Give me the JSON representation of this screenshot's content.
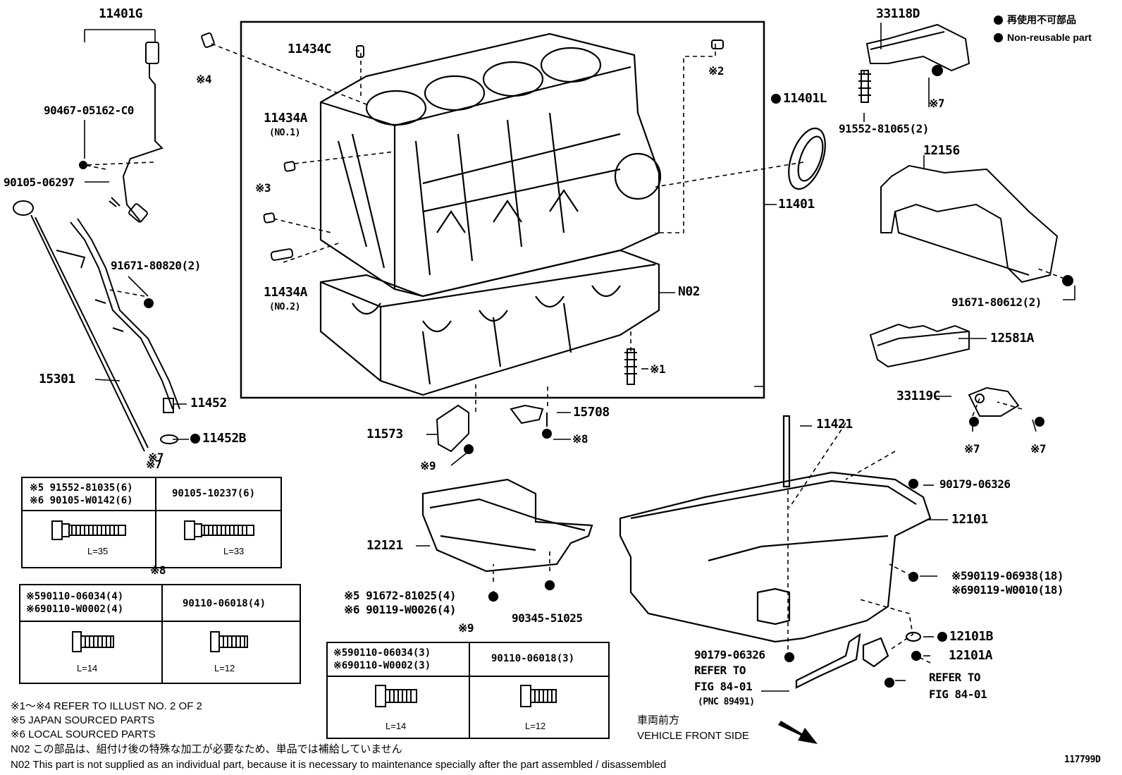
{
  "legend": {
    "non_reusable_jp": "再使用不可部品",
    "non_reusable_en": "Non-reusable part"
  },
  "labels": {
    "p11401G": "11401G",
    "p90467": "90467-05162-C0",
    "p90105_06297": "90105-06297",
    "p15301": "15301",
    "p91671_80820": "91671-80820(2)",
    "p11452": "11452",
    "p11452B": "11452B",
    "mark7_a": "※7",
    "mark4": "※4",
    "p11434C": "11434C",
    "mark2": "※2",
    "p11434A_1": "11434A",
    "p11434A_1_sub": "(NO.1)",
    "mark3": "※3",
    "p11434A_2": "11434A",
    "p11434A_2_sub": "(NO.2)",
    "pN02": "N02",
    "p11401": "11401",
    "p11401L": "11401L",
    "mark1": "※1",
    "p15708": "15708",
    "mark8": "※8",
    "p11573": "11573",
    "mark9": "※9",
    "p33118D": "33118D",
    "mark7_b": "※7",
    "p91552_81065": "91552-81065(2)",
    "p12156": "12156",
    "p91671_80612": "91671-80612(2)",
    "p12581A": "12581A",
    "p33119C": "33119C",
    "mark7_c": "※7",
    "mark7_d": "※7",
    "p11421": "11421",
    "p90179_06326_a": "90179-06326",
    "p12101": "12101",
    "p12121": "12121",
    "p91672": "※5 91672-81025(4)",
    "p90119_w0026": "※6 90119-W0026(4)",
    "p90345": "90345-51025",
    "p90119_06938": "※590119-06938(18)",
    "p90119_w0010": "※690119-W0010(18)",
    "p12101B": "12101B",
    "p12101A": "12101A",
    "p90179_06326_b": "90179-06326",
    "refer1_a": "REFER TO",
    "refer1_b": "FIG 84-01",
    "refer1_c": "(PNC 89491)",
    "refer2_a": "REFER TO",
    "refer2_b": "FIG 84-01",
    "front_jp": "車両前方",
    "front_en": "VEHICLE FRONT SIDE",
    "doc_id": "117799D"
  },
  "table7": {
    "title": "※7",
    "left_line1": "※5 91552-81035(6)",
    "left_line2": "※6 90105-W0142(6)",
    "right": "90105-10237(6)",
    "left_len": "L=35",
    "right_len": "L=33"
  },
  "table8": {
    "title": "※8",
    "left_line1": "※590110-06034(4)",
    "left_line2": "※690110-W0002(4)",
    "right": "90110-06018(4)",
    "left_len": "L=14",
    "right_len": "L=12"
  },
  "table9": {
    "title": "※9",
    "left_line1": "※590110-06034(3)",
    "left_line2": "※690110-W0002(3)",
    "right": "90110-06018(3)",
    "left_len": "L=14",
    "right_len": "L=12"
  },
  "notes": {
    "n1": "※1～※4  REFER TO ILLUST NO. 2 OF 2",
    "n5": "※5 JAPAN SOURCED PARTS",
    "n6": "※6 LOCAL SOURCED PARTS",
    "n02_jp": "N02  この部品は、組付け後の特殊な加工が必要なため、単品では補給していません",
    "n02_en": "N02  This part is not supplied as an individual part, because it is necessary to maintenance specially after the part assembled / disassembled"
  }
}
